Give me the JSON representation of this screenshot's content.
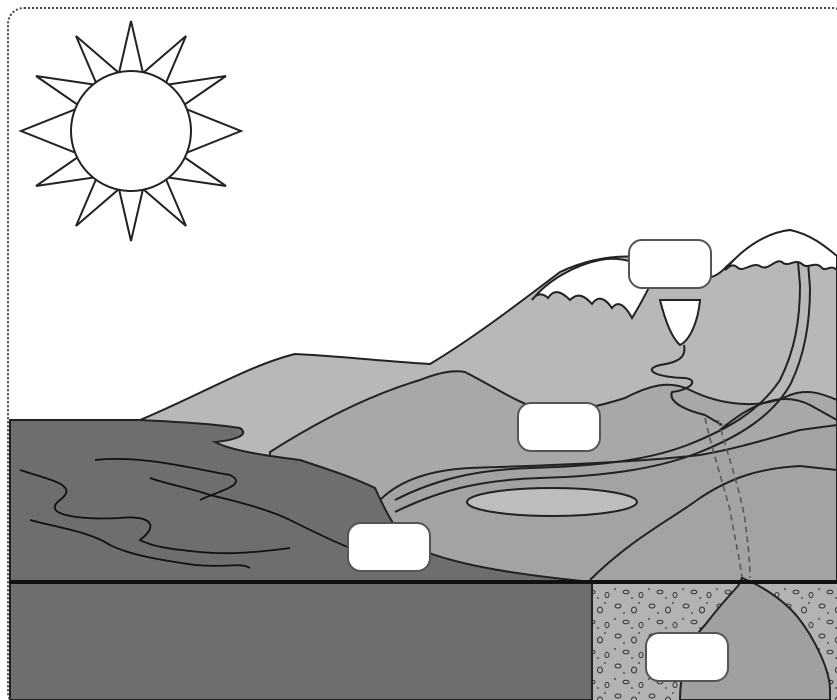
{
  "diagram": {
    "colors": {
      "sky": "#ffffff",
      "ocean": "#6e6e6e",
      "land_far": "#b9b9b9",
      "land_mid": "#a3a3a3",
      "lake": "#bdbdbd",
      "ground": "#aaaaaa",
      "outline": "#222222"
    },
    "label_boxes": [
      {
        "id": "snow",
        "text": ""
      },
      {
        "id": "river",
        "text": ""
      },
      {
        "id": "ocean",
        "text": ""
      },
      {
        "id": "groundwater",
        "text": ""
      }
    ]
  }
}
